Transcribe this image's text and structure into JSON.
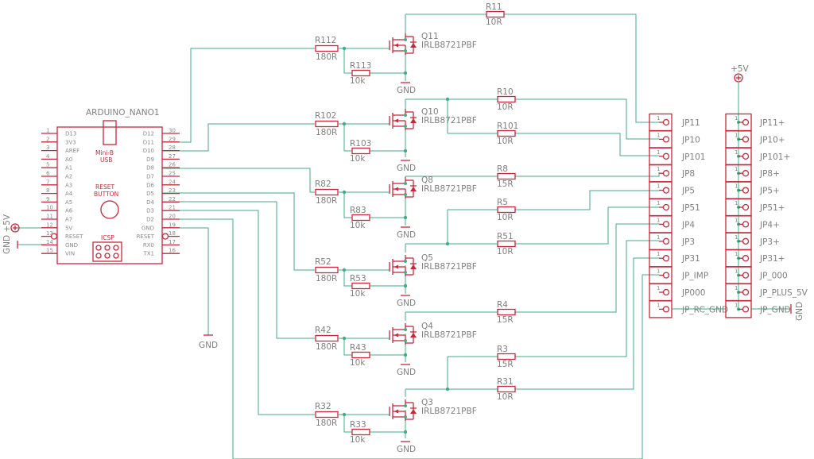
{
  "arduino": {
    "name": "ARDUINO_NANO1",
    "usb": "Mini-B",
    "usb2": "USB",
    "reset1": "RESET",
    "reset2": "BUTTON",
    "icsp": "ICSP",
    "left_pins": [
      {
        "num": "1",
        "name": "D13"
      },
      {
        "num": "2",
        "name": "3V3"
      },
      {
        "num": "3",
        "name": "AREF"
      },
      {
        "num": "4",
        "name": "A0"
      },
      {
        "num": "5",
        "name": "A1"
      },
      {
        "num": "6",
        "name": "A2"
      },
      {
        "num": "7",
        "name": "A3"
      },
      {
        "num": "8",
        "name": "A4"
      },
      {
        "num": "9",
        "name": "A5"
      },
      {
        "num": "10",
        "name": "A6"
      },
      {
        "num": "11",
        "name": "A7"
      },
      {
        "num": "12",
        "name": "5V"
      },
      {
        "num": "13",
        "name": "RESET"
      },
      {
        "num": "14",
        "name": "GND"
      },
      {
        "num": "15",
        "name": "VIN"
      }
    ],
    "right_pins": [
      {
        "num": "30",
        "name": "D12"
      },
      {
        "num": "29",
        "name": "D11"
      },
      {
        "num": "28",
        "name": "D10"
      },
      {
        "num": "27",
        "name": "D9"
      },
      {
        "num": "26",
        "name": "D8"
      },
      {
        "num": "25",
        "name": "D7"
      },
      {
        "num": "24",
        "name": "D6"
      },
      {
        "num": "23",
        "name": "D5"
      },
      {
        "num": "22",
        "name": "D4"
      },
      {
        "num": "21",
        "name": "D3"
      },
      {
        "num": "20",
        "name": "D2"
      },
      {
        "num": "19",
        "name": "GND"
      },
      {
        "num": "18",
        "name": "RESET"
      },
      {
        "num": "17",
        "name": "RX0"
      },
      {
        "num": "16",
        "name": "TX1"
      }
    ]
  },
  "left_supply": {
    "label": "GND +5V"
  },
  "gnd_label": "GND",
  "plus5v_label": "+5V",
  "mosfet_part": "IRLB8721PBF",
  "stages": [
    {
      "q": "Q11",
      "rg": "R112",
      "rg_val": "180R",
      "rd": "R113",
      "rd_val": "10k"
    },
    {
      "q": "Q10",
      "rg": "R102",
      "rg_val": "180R",
      "rd": "R103",
      "rd_val": "10k"
    },
    {
      "q": "Q8",
      "rg": "R82",
      "rg_val": "180R",
      "rd": "R83",
      "rd_val": "10k"
    },
    {
      "q": "Q5",
      "rg": "R52",
      "rg_val": "180R",
      "rd": "R53",
      "rd_val": "10k"
    },
    {
      "q": "Q4",
      "rg": "R42",
      "rg_val": "180R",
      "rd": "R43",
      "rd_val": "10k"
    },
    {
      "q": "Q3",
      "rg": "R32",
      "rg_val": "180R",
      "rd": "R33",
      "rd_val": "10k"
    }
  ],
  "load_resistors": [
    {
      "name": "R11",
      "val": "10R"
    },
    {
      "name": "R10",
      "val": "10R"
    },
    {
      "name": "R101",
      "val": "10R"
    },
    {
      "name": "R8",
      "val": "15R"
    },
    {
      "name": "R5",
      "val": "10R"
    },
    {
      "name": "R51",
      "val": "10R"
    },
    {
      "name": "R4",
      "val": "15R"
    },
    {
      "name": "R3",
      "val": "15R"
    },
    {
      "name": "R31",
      "val": "10R"
    }
  ],
  "connectors_left": [
    "JP11",
    "JP10",
    "JP101",
    "JP8",
    "JP5",
    "JP51",
    "JP4",
    "JP3",
    "JP31",
    "JP_IMP",
    "JP000",
    "JP_RC_GND"
  ],
  "connectors_right": [
    "JP11+",
    "JP10+",
    "JP101+",
    "JP8+",
    "JP5+",
    "JP51+",
    "JP4+",
    "JP3+",
    "JP31+",
    "JP_000",
    "JP_PLUS_5V",
    "JP_GND"
  ],
  "pin_one": "1",
  "colors": {
    "wire": "#3fae86",
    "symbol": "#c8283a",
    "text": "#7f7f7f",
    "background": "#ffffff"
  }
}
